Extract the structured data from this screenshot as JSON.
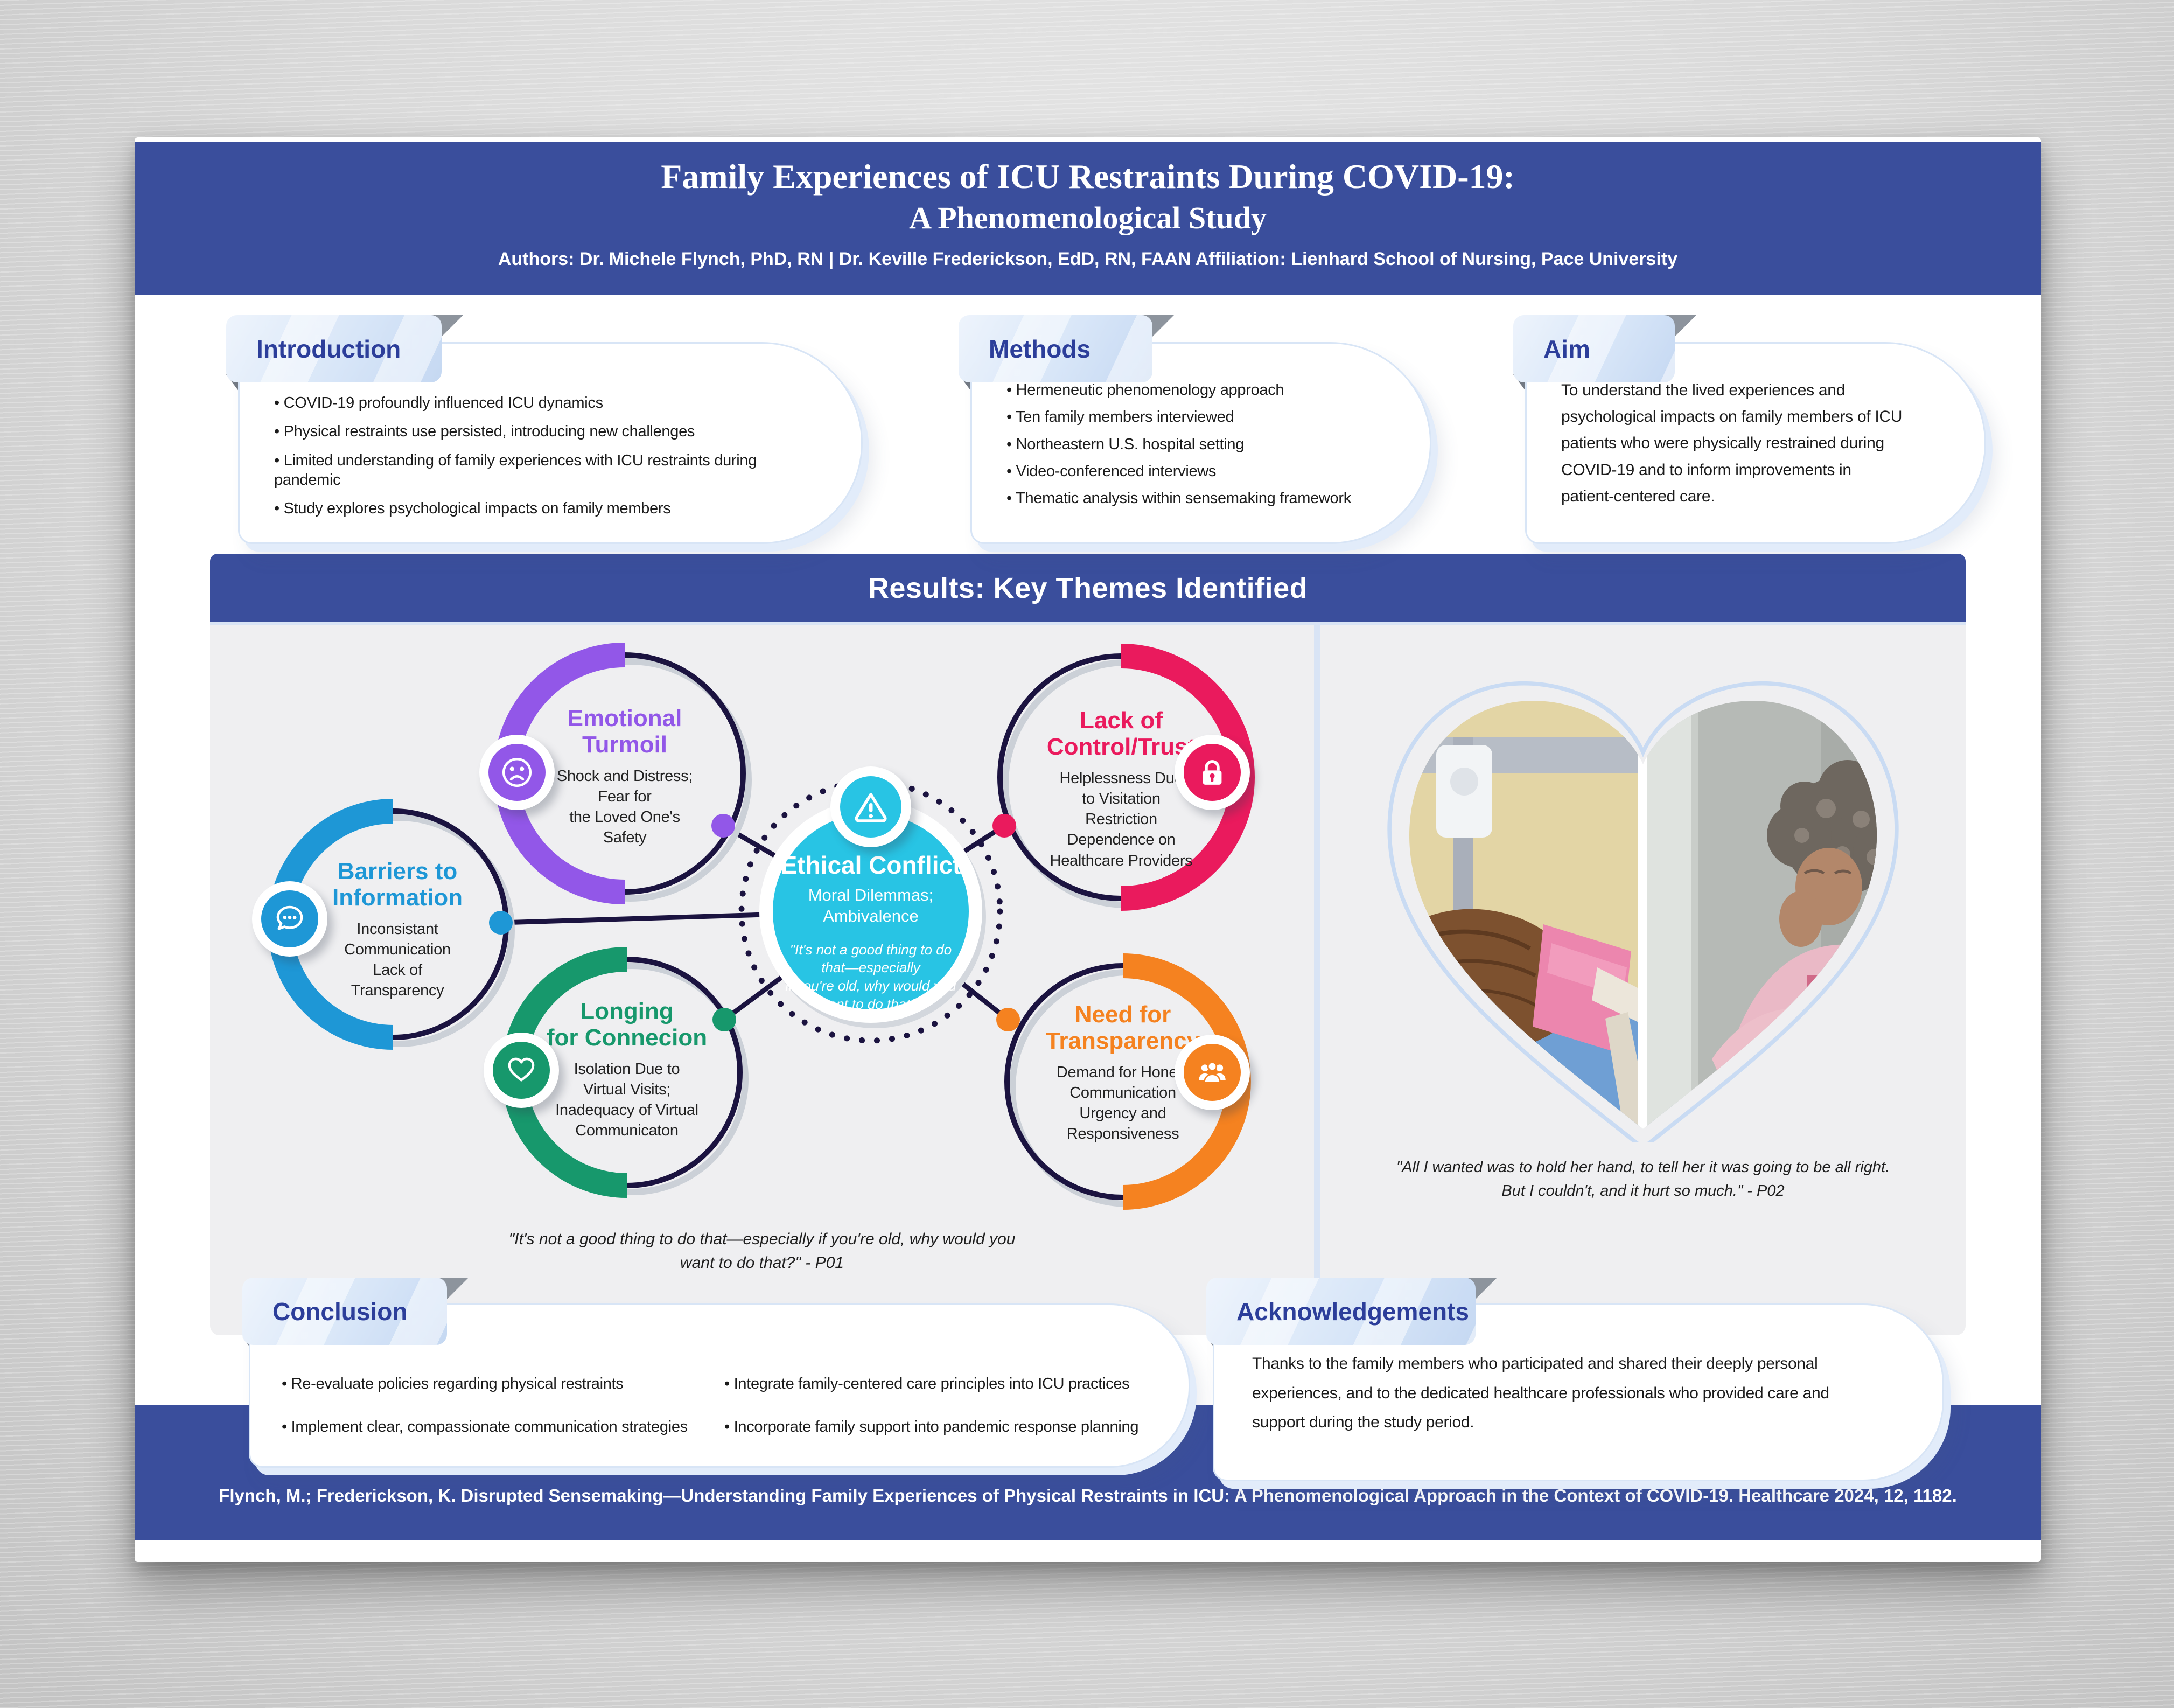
{
  "header": {
    "title_line1": "Family Experiences of ICU Restraints During COVID-19:",
    "title_line2": "A Phenomenological Study",
    "authors": "Authors: Dr. Michele Flynch, PhD, RN | Dr. Keville Frederickson, EdD, RN, FAAN Affiliation: Lienhard School of Nursing, Pace University"
  },
  "introduction": {
    "title": "Introduction",
    "bullets": [
      "COVID-19 profoundly influenced ICU dynamics",
      "Physical restraints use persisted, introducing new challenges",
      "Limited understanding of family experiences with ICU restraints during pandemic",
      "Study explores psychological impacts on family members"
    ]
  },
  "methods": {
    "title": "Methods",
    "bullets": [
      "Hermeneutic phenomenology approach",
      "Ten family members interviewed",
      "Northeastern U.S. hospital setting",
      "Video-conferenced interviews",
      "Thematic analysis within sensemaking framework"
    ]
  },
  "aim": {
    "title": "Aim",
    "text": "To understand the lived experiences and psychological impacts on family members of ICU patients who were physically restrained during COVID-19 and to inform improvements in patient-centered care."
  },
  "results": {
    "banner": "Results: Key Themes Identified",
    "themes": [
      {
        "id": "emotional-turmoil",
        "title": "Emotional\nTurmoil",
        "desc": "Shock and Distress;\nFear for\nthe Loved One's\nSafety",
        "color": "#9257e8",
        "icon": "sad-face-icon"
      },
      {
        "id": "lack-of-control-trust",
        "title": "Lack of\nControl/Trust",
        "desc": "Helplessness Due\nto Visitation\nRestriction\nDependence on\nHealthcare Providers",
        "color": "#ea1a5d",
        "icon": "lock-icon"
      },
      {
        "id": "barriers-to-information",
        "title": "Barriers to\nInformation",
        "desc": "Inconsistant\nCommunication\nLack of\nTransparency",
        "color": "#1e97d6",
        "icon": "chat-icon"
      },
      {
        "id": "longing-for-connection",
        "title": "Longing\nfor Connecion",
        "desc": "Isolation Due to\nVirtual Visits;\nInadequacy of Virtual\nCommunicaton",
        "color": "#17986c",
        "icon": "heart-icon"
      },
      {
        "id": "need-for-transparency",
        "title": "Need for\nTransparency",
        "desc": "Demand for Honest\nCommunication\nUrgency and\nResponsiveness",
        "color": "#f58220",
        "icon": "people-icon"
      }
    ],
    "center": {
      "title": "Ethical Conflict",
      "subtitle": "Moral Dilemmas;\nAmbivalence",
      "quote": "\"It's not a good thing to do\nthat—especially\nif you're old, why would you\nwant to do that?\"",
      "color": "#28c4e4",
      "icon": "warning-icon"
    },
    "diagram_quote": "\"It's not a good thing to do that—especially if you're old, why would you\nwant to do that?\" - P01",
    "image_quote": "\"All I wanted was to hold her hand, to tell her it was going to be all right.\nBut I couldn't, and it hurt so much.\" - P02"
  },
  "conclusion": {
    "title": "Conclusion",
    "bullets_left": [
      "Re-evaluate policies regarding physical restraints",
      "Implement clear, compassionate communication strategies"
    ],
    "bullets_right": [
      "Integrate family-centered care principles into ICU practices",
      "Incorporate family support into pandemic response planning"
    ]
  },
  "acknowledgements": {
    "title": "Acknowledgements",
    "text": "Thanks to the family members who participated and shared their deeply personal experiences, and to the dedicated healthcare professionals who provided care and support during the study period."
  },
  "citation": "Flynch, M.; Frederickson, K. Disrupted Sensemaking—Understanding Family Experiences of Physical Restraints in ICU: A Phenomenological Approach in the Context of COVID-19. Healthcare 2024, 12, 1182.",
  "colors": {
    "poster_blue": "#3a4e9c",
    "tab_text_blue": "#2c3e9a",
    "panel_gray": "#efeff1",
    "navy_ring": "#1b1340",
    "center_cyan": "#28c4e4",
    "purple": "#9257e8",
    "pink": "#ea1a5d",
    "blue": "#1e97d6",
    "green": "#17986c",
    "orange": "#f58220"
  }
}
